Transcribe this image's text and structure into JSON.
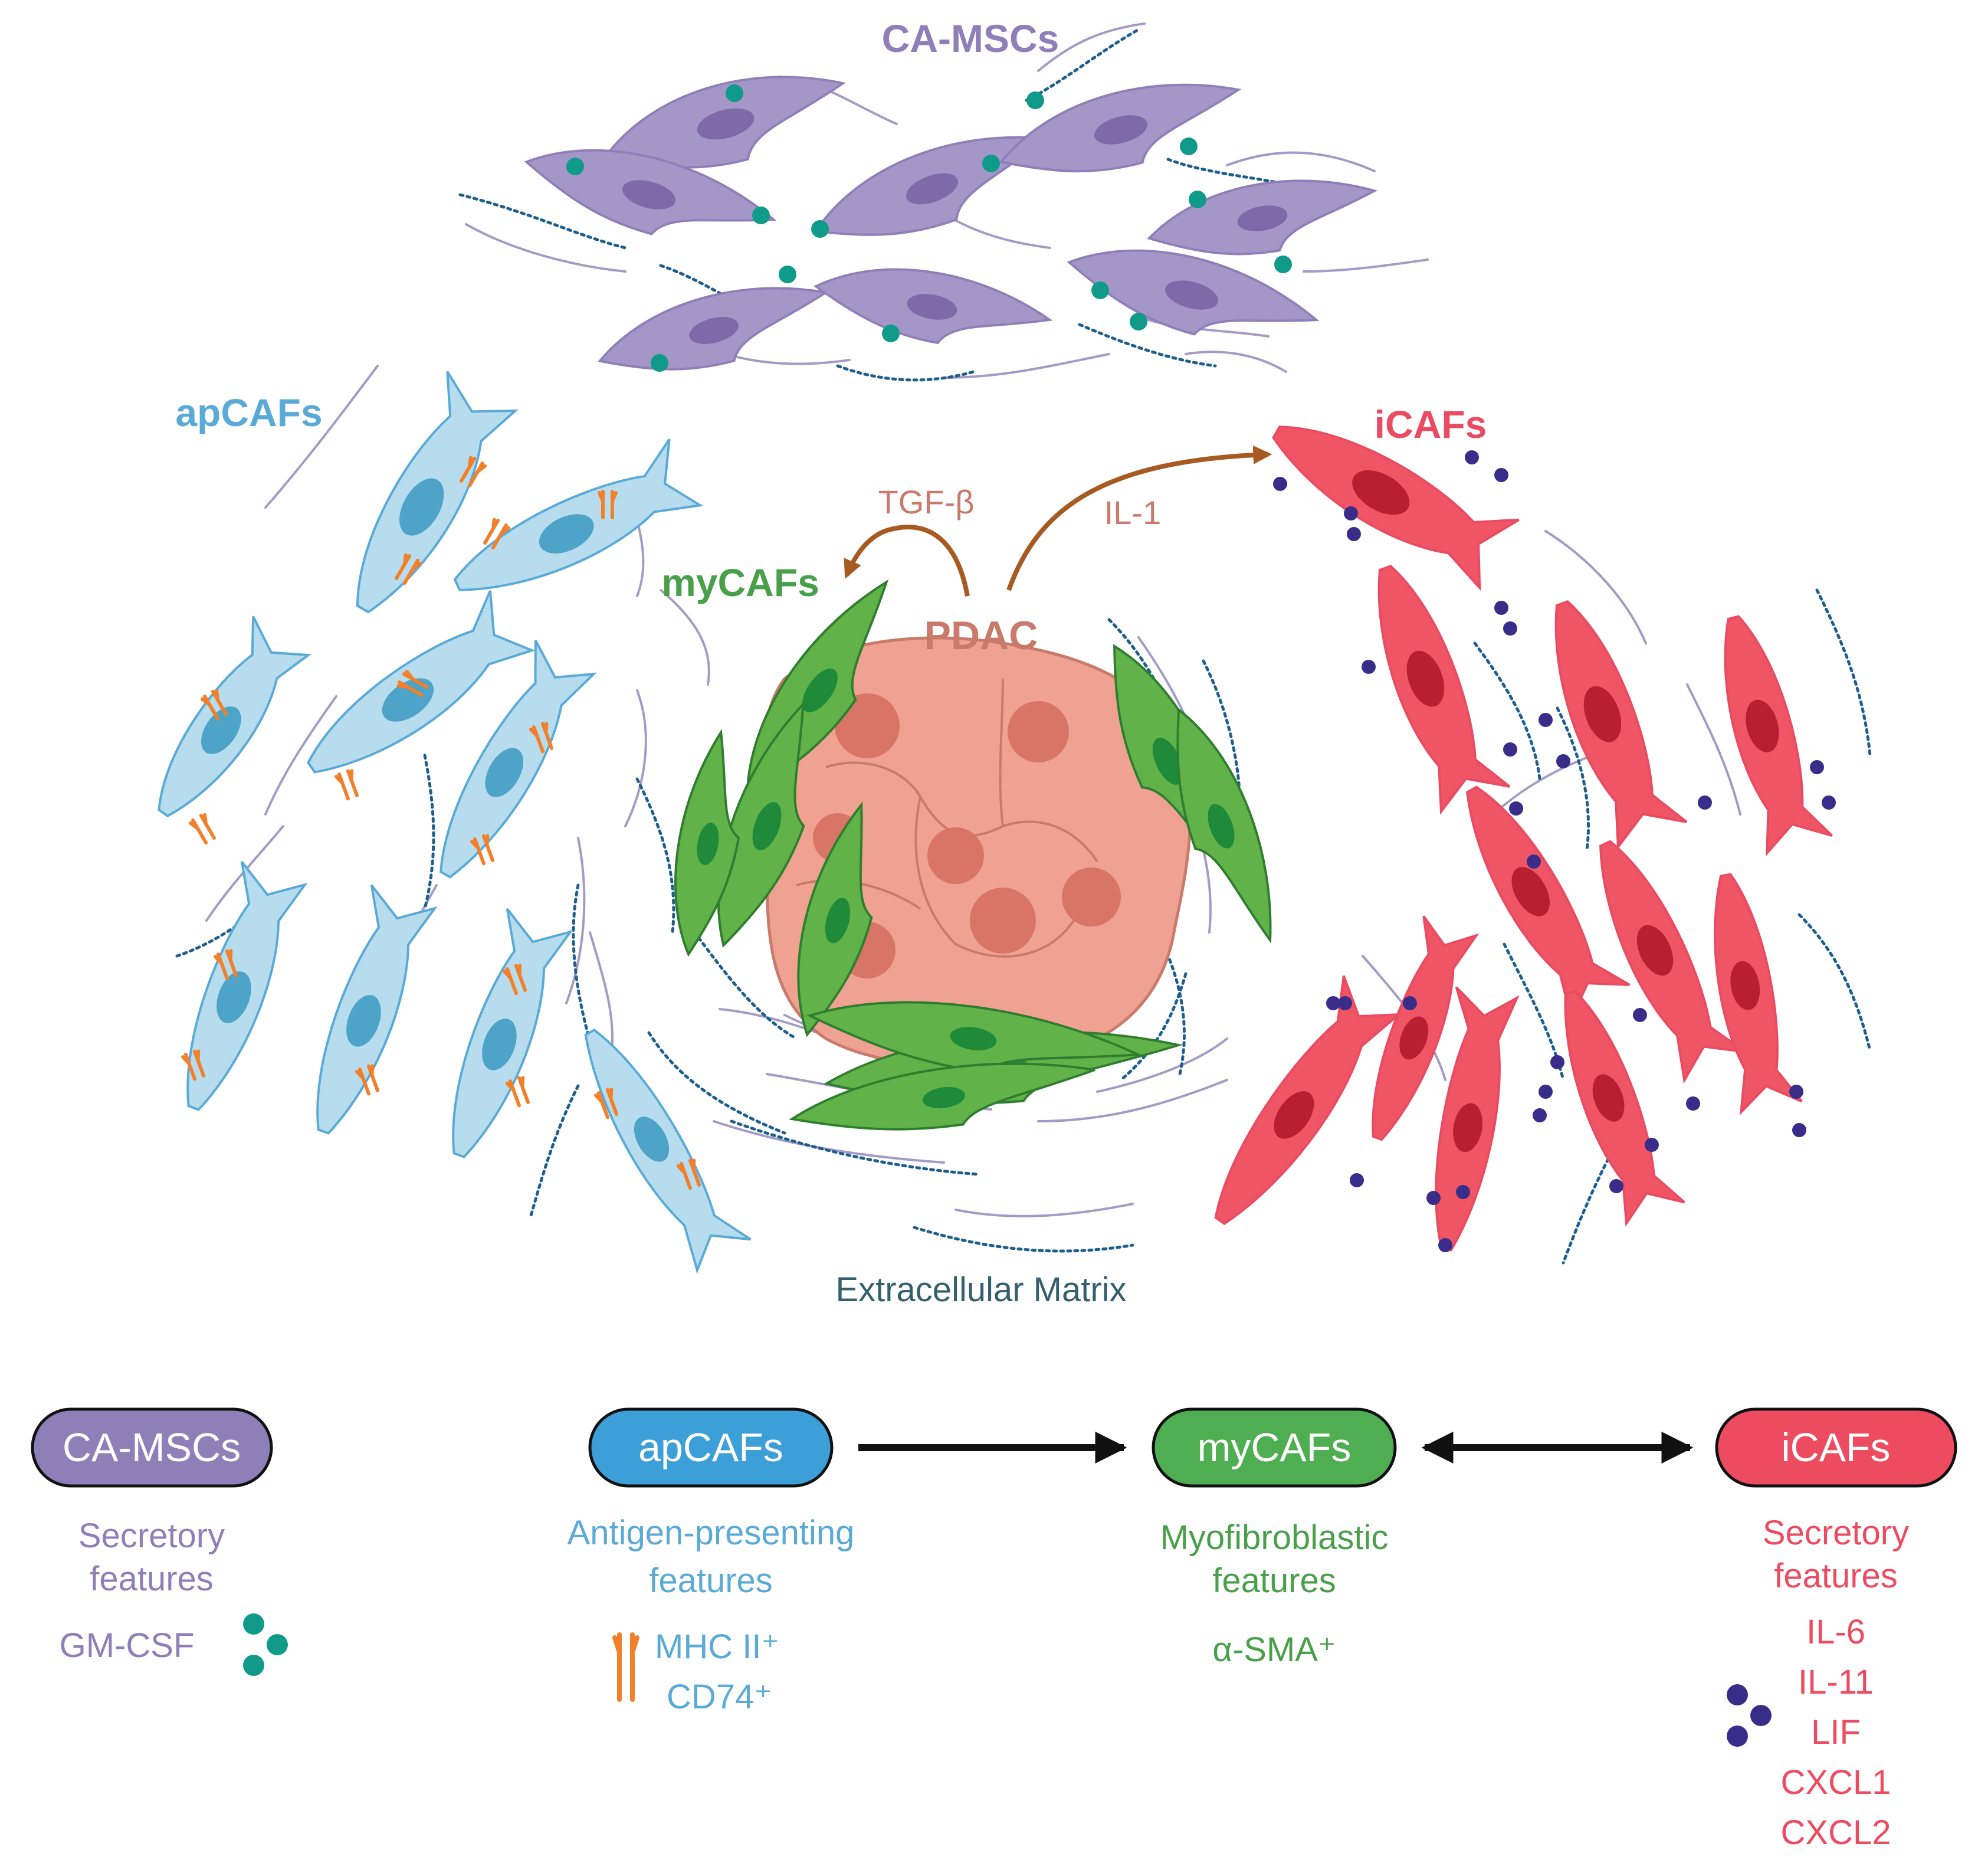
{
  "title": "",
  "colors": {
    "mscs": "#8e7fb8",
    "mscs_fill": "#a497c8",
    "mscs_nuc": "#7e6aa8",
    "apcaf": "#5aaad8",
    "apcaf_fill": "#b7dced",
    "apcaf_nuc": "#4ea3c8",
    "mycaf": "#4aa04a",
    "mycaf_fill": "#62b24a",
    "mycaf_nuc": "#1f8a3a",
    "icaf": "#e94b62",
    "icaf_fill": "#ef5565",
    "icaf_nuc": "#b81f31",
    "pdac": "#c97a6a",
    "pdac_fill": "#f0a292",
    "pdac_nuc": "#d87567",
    "signal": "#a75a22",
    "ecm_dots": "#1f5f8f",
    "ecm_fibre": "#a39bc6",
    "gmcsf_dot": "#0f9a8a",
    "cytokine_dot": "#3a2d8a",
    "mhc": "#f2802b",
    "pill_msc": "#8e7fb8",
    "pill_ap": "#3d9fd8",
    "pill_my": "#4fae52",
    "pill_i": "#ec4b60"
  },
  "diagram": {
    "labels": {
      "ca_mscs": "CA-MSCs",
      "apcafs": "apCAFs",
      "icafs": "iCAFs",
      "mycafs": "myCAFs",
      "pdac": "PDAC",
      "tgf": "TGF-β",
      "il1": "IL-1",
      "ecm": "Extracellular Matrix"
    }
  },
  "legend": {
    "ca_mscs": {
      "name": "CA-MSCs",
      "features": [
        "Secretory",
        "features"
      ],
      "markers": [
        "GM-CSF"
      ]
    },
    "apcafs": {
      "name": "apCAFs",
      "features": [
        "Antigen-presenting",
        "features"
      ],
      "markers": [
        "MHC II⁺",
        "CD74⁺"
      ]
    },
    "mycafs": {
      "name": "myCAFs",
      "features": [
        "Myofibroblastic",
        "features"
      ],
      "markers": [
        "α-SMA⁺"
      ]
    },
    "icafs": {
      "name": "iCAFs",
      "features": [
        "Secretory",
        "features"
      ],
      "markers": [
        "IL-6",
        "IL-11",
        "LIF",
        "CXCL1",
        "CXCL2"
      ]
    }
  }
}
